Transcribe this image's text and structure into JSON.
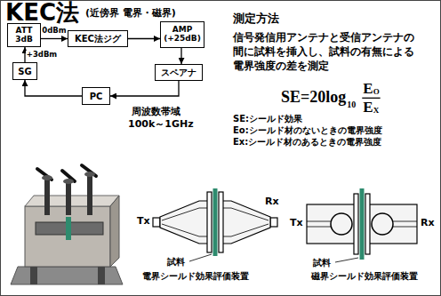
{
  "diagram": {
    "title": "KEC法",
    "nodes": [
      {
        "text": [
          "ATT 3dB"
        ]
      },
      {
        "text": [
          "KEC法ジグ"
        ]
      },
      {
        "text": [
          "AMP (+25dB)"
        ]
      },
      {
        "text": [
          "SG"
        ]
      },
      {
        "text": [
          "スペアナ"
        ]
      },
      {
        "text": [
          "PC"
        ]
      }
    ],
    "edges": [
      {
        "from": 3,
        "to": 0,
        "arrow": "to",
        "label": "+3dBm"
      },
      {
        "from": 0,
        "to": 1,
        "arrow": "to",
        "label": "0dBm"
      },
      {
        "from": 1,
        "to": 2,
        "arrow": "to"
      },
      {
        "from": 2,
        "to": 4,
        "arrow": "to"
      },
      {
        "from": 5,
        "to": 3,
        "arrow": "to"
      },
      {
        "from": 4,
        "to": 5,
        "arrow": "to"
      }
    ],
    "labels": [
      "(近傍界 電界・磁界)",
      "測定方法",
      "信号発信用アンテナと受信アンテナの間に試料を挿入し、試料の有無による電界強度の差を測定",
      "SE=20log",
      "10",
      "E",
      "O",
      "E",
      "X",
      "SE:シールド効果",
      "Eo:シールド材のないときの電界強度",
      "Ex:シールド材のあるときの電界強度",
      "周波数帯域",
      "100k～1GHz",
      "Tx",
      "Rx",
      "試料",
      "電界シールド効果評価装置",
      "Tx",
      "Rx",
      "試料",
      "磁界シールド効果評価装置"
    ]
  }
}
